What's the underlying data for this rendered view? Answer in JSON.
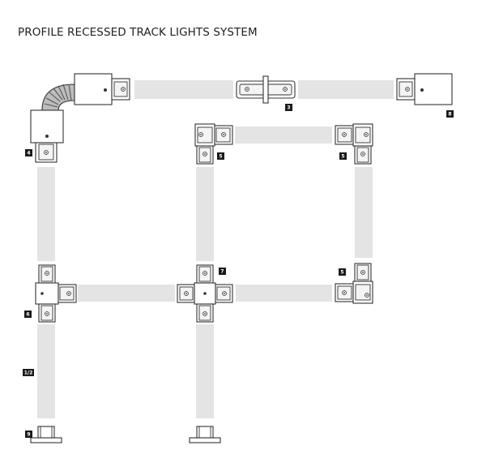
{
  "title": "PROFILE RECESSED TRACK LIGHTS SYSTEM",
  "labels": {
    "l3": "3",
    "l8": "8",
    "l4": "4",
    "l5a": "5",
    "l5b": "5",
    "l5c": "5",
    "l7": "7",
    "l6": "6",
    "l12": "1/2",
    "l9": "9"
  }
}
